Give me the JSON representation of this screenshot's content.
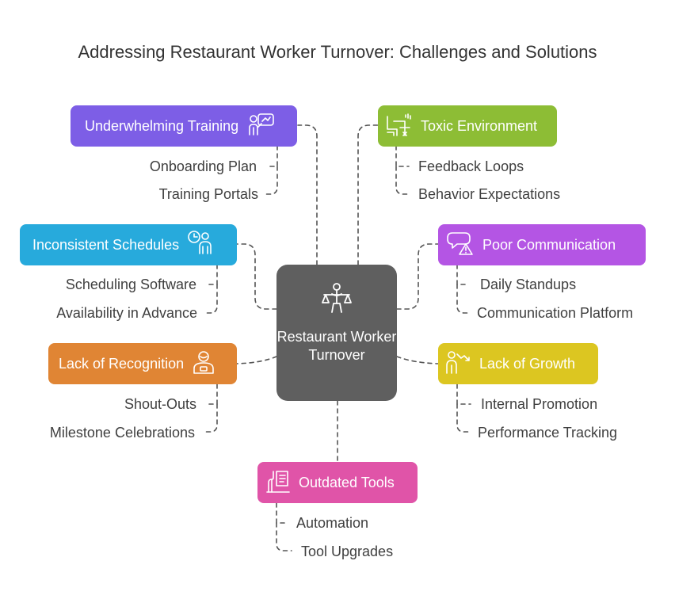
{
  "title": "Addressing Restaurant Worker Turnover: Challenges and Solutions",
  "center": {
    "label": "Restaurant Worker Turnover",
    "icon": "balance-person-icon",
    "color": "#5f5f5f"
  },
  "challenges": [
    {
      "id": "underwhelming-training",
      "label": "Underwhelming Training",
      "color": "#7d5ee6",
      "icon": "training-presentation-icon",
      "solutions": [
        "Onboarding Plan",
        "Training Portals"
      ]
    },
    {
      "id": "toxic-environment",
      "label": "Toxic Environment",
      "color": "#8dbd35",
      "icon": "office-desk-icon",
      "solutions": [
        "Feedback Loops",
        "Behavior Expectations"
      ]
    },
    {
      "id": "inconsistent-schedules",
      "label": "Inconsistent Schedules",
      "color": "#27aadc",
      "icon": "clock-person-icon",
      "solutions": [
        "Scheduling Software",
        "Availability in Advance"
      ]
    },
    {
      "id": "poor-communication",
      "label": "Poor Communication",
      "color": "#b455e4",
      "icon": "speech-warning-icon",
      "solutions": [
        "Daily Standups",
        "Communication Platform"
      ]
    },
    {
      "id": "lack-of-recognition",
      "label": "Lack of Recognition",
      "color": "#e08534",
      "icon": "worker-badge-icon",
      "solutions": [
        "Shout-Outs",
        "Milestone Celebrations"
      ]
    },
    {
      "id": "lack-of-growth",
      "label": "Lack of Growth",
      "color": "#dcc621",
      "icon": "person-trend-icon",
      "solutions": [
        "Internal Promotion",
        "Performance Tracking"
      ]
    },
    {
      "id": "outdated-tools",
      "label": "Outdated Tools",
      "color": "#e054a8",
      "icon": "tools-document-icon",
      "solutions": [
        "Automation",
        "Tool Upgrades"
      ]
    }
  ]
}
